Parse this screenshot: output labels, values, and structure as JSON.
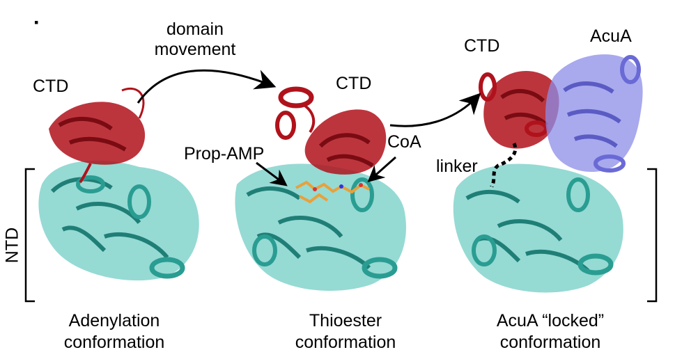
{
  "panel_marker": "▪",
  "labels": {
    "domain_movement_line1": "domain",
    "domain_movement_line2": "movement",
    "ctd_left": "CTD",
    "ctd_middle": "CTD",
    "ctd_right": "CTD",
    "acua": "AcuA",
    "prop_amp": "Prop-AMP",
    "coa": "CoA",
    "linker": "linker",
    "ntd": "NTD"
  },
  "captions": {
    "left": {
      "line1": "Adenylation",
      "line2": "conformation"
    },
    "middle": {
      "line1": "Thioester",
      "line2": "conformation"
    },
    "right": {
      "line1": "AcuA “locked”",
      "line2": "conformation"
    }
  },
  "colors": {
    "ctd": "#b0121b",
    "ntd": "#3fbcb0",
    "acua": "#8c8ce8",
    "ligand": "#e8a13a"
  }
}
